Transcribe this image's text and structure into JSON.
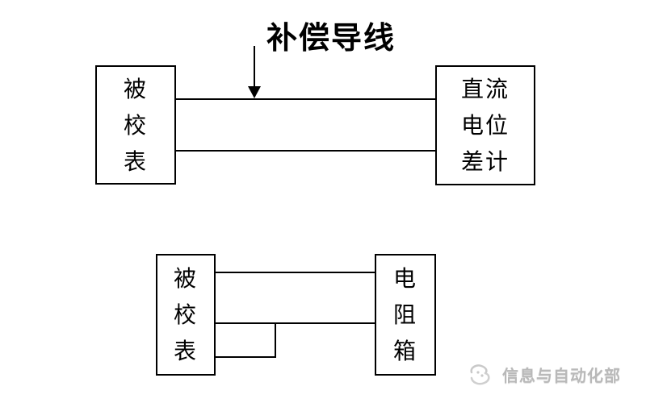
{
  "title": {
    "label": "补偿导线"
  },
  "top_circuit": {
    "left_box_label": "被校表",
    "right_box_label": "直流电位差计",
    "wire_count": 2
  },
  "bottom_circuit": {
    "left_box_label": "被校表",
    "right_box_label": "电阻箱",
    "wire_count": 3
  },
  "watermark": {
    "label": "信息与自动化部",
    "icon": "swirl-logo-icon",
    "color": "#b9b9b9"
  },
  "colors": {
    "line": "#000000",
    "background": "#ffffff",
    "text": "#000000"
  }
}
